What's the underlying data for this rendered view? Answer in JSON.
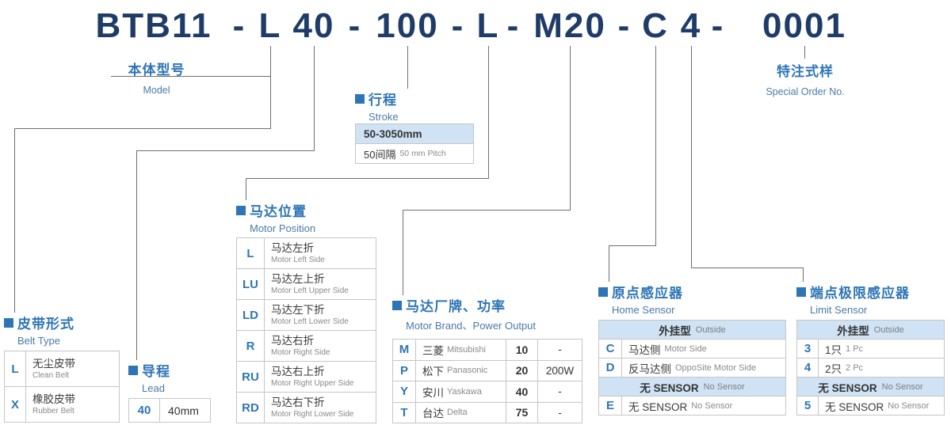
{
  "colors": {
    "title_navy": "#1f3c68",
    "accent_blue": "#2e75b6",
    "subtitle_blue": "#4a7aa8",
    "band_blue": "#cfe3f4"
  },
  "title": {
    "full_code": "BTB11 - L 40 - 100 - L - M20 - C 4 - 0001",
    "segments": [
      "BTB11",
      "-",
      "L",
      "40",
      "-",
      "100",
      "-",
      "L",
      "-",
      "M20",
      "-",
      "C",
      "4",
      "-",
      "0001"
    ]
  },
  "labels": {
    "model": {
      "zh": "本体型号",
      "en": "Model"
    },
    "special_order": {
      "zh": "特注式样",
      "en": "Special Order No."
    }
  },
  "sections": {
    "belt_type": {
      "zh": "皮带形式",
      "en": "Belt Type",
      "rows": [
        {
          "code": "L",
          "zh": "无尘皮带",
          "en": "Clean Belt"
        },
        {
          "code": "X",
          "zh": "橡胶皮带",
          "en": "Rubber Belt"
        }
      ]
    },
    "lead": {
      "zh": "导程",
      "en": "Lead",
      "rows": [
        {
          "code": "40",
          "value": "40mm"
        }
      ]
    },
    "stroke": {
      "zh": "行程",
      "en": "Stroke",
      "range": "50-3050mm",
      "pitch": {
        "zh": "50间隔",
        "en": "50 mm Pitch"
      }
    },
    "motor_position": {
      "zh": "马达位置",
      "en": "Motor Position",
      "rows": [
        {
          "code": "L",
          "zh": "马达左折",
          "en": "Motor Left Side"
        },
        {
          "code": "LU",
          "zh": "马达左上折",
          "en": "Motor Left Upper Side"
        },
        {
          "code": "LD",
          "zh": "马达左下折",
          "en": "Motor Left Lower Side"
        },
        {
          "code": "R",
          "zh": "马达右折",
          "en": "Motor Right Side"
        },
        {
          "code": "RU",
          "zh": "马达右上折",
          "en": "Motor Right Upper Side"
        },
        {
          "code": "RD",
          "zh": "马达右下折",
          "en": "Motor Right Lower Side"
        }
      ]
    },
    "motor_brand": {
      "zh": "马达厂牌、功率",
      "en": "Motor Brand、Power Output",
      "rows": [
        {
          "code": "M",
          "brand_zh": "三菱",
          "brand_en": "Mitsubishi",
          "power": "10",
          "watt": "-"
        },
        {
          "code": "P",
          "brand_zh": "松下",
          "brand_en": "Panasonic",
          "power": "20",
          "watt": "200W"
        },
        {
          "code": "Y",
          "brand_zh": "安川",
          "brand_en": "Yaskawa",
          "power": "40",
          "watt": "-"
        },
        {
          "code": "T",
          "brand_zh": "台达",
          "brand_en": "Delta",
          "power": "75",
          "watt": "-"
        }
      ]
    },
    "home_sensor": {
      "zh": "原点感应器",
      "en": "Home Sensor",
      "outside_band": {
        "zh": "外挂型",
        "en": "Outside"
      },
      "outside_rows": [
        {
          "code": "C",
          "zh": "马达侧",
          "en": "Motor Side"
        },
        {
          "code": "D",
          "zh": "反马达侧",
          "en": "OppoSite Motor Side"
        }
      ],
      "none_band": {
        "zh": "无 SENSOR",
        "en": "No Sensor"
      },
      "none_rows": [
        {
          "code": "E",
          "zh": "无 SENSOR",
          "en": "No Sensor"
        }
      ]
    },
    "limit_sensor": {
      "zh": "端点极限感应器",
      "en": "Limit Sensor",
      "outside_band": {
        "zh": "外挂型",
        "en": "Outside"
      },
      "outside_rows": [
        {
          "code": "3",
          "zh": "1只",
          "en": "1 Pc"
        },
        {
          "code": "4",
          "zh": "2只",
          "en": "2 Pc"
        }
      ],
      "none_band": {
        "zh": "无 SENSOR",
        "en": "No Sensor"
      },
      "none_rows": [
        {
          "code": "5",
          "zh": "无 SENSOR",
          "en": "No Sensor"
        }
      ]
    }
  }
}
